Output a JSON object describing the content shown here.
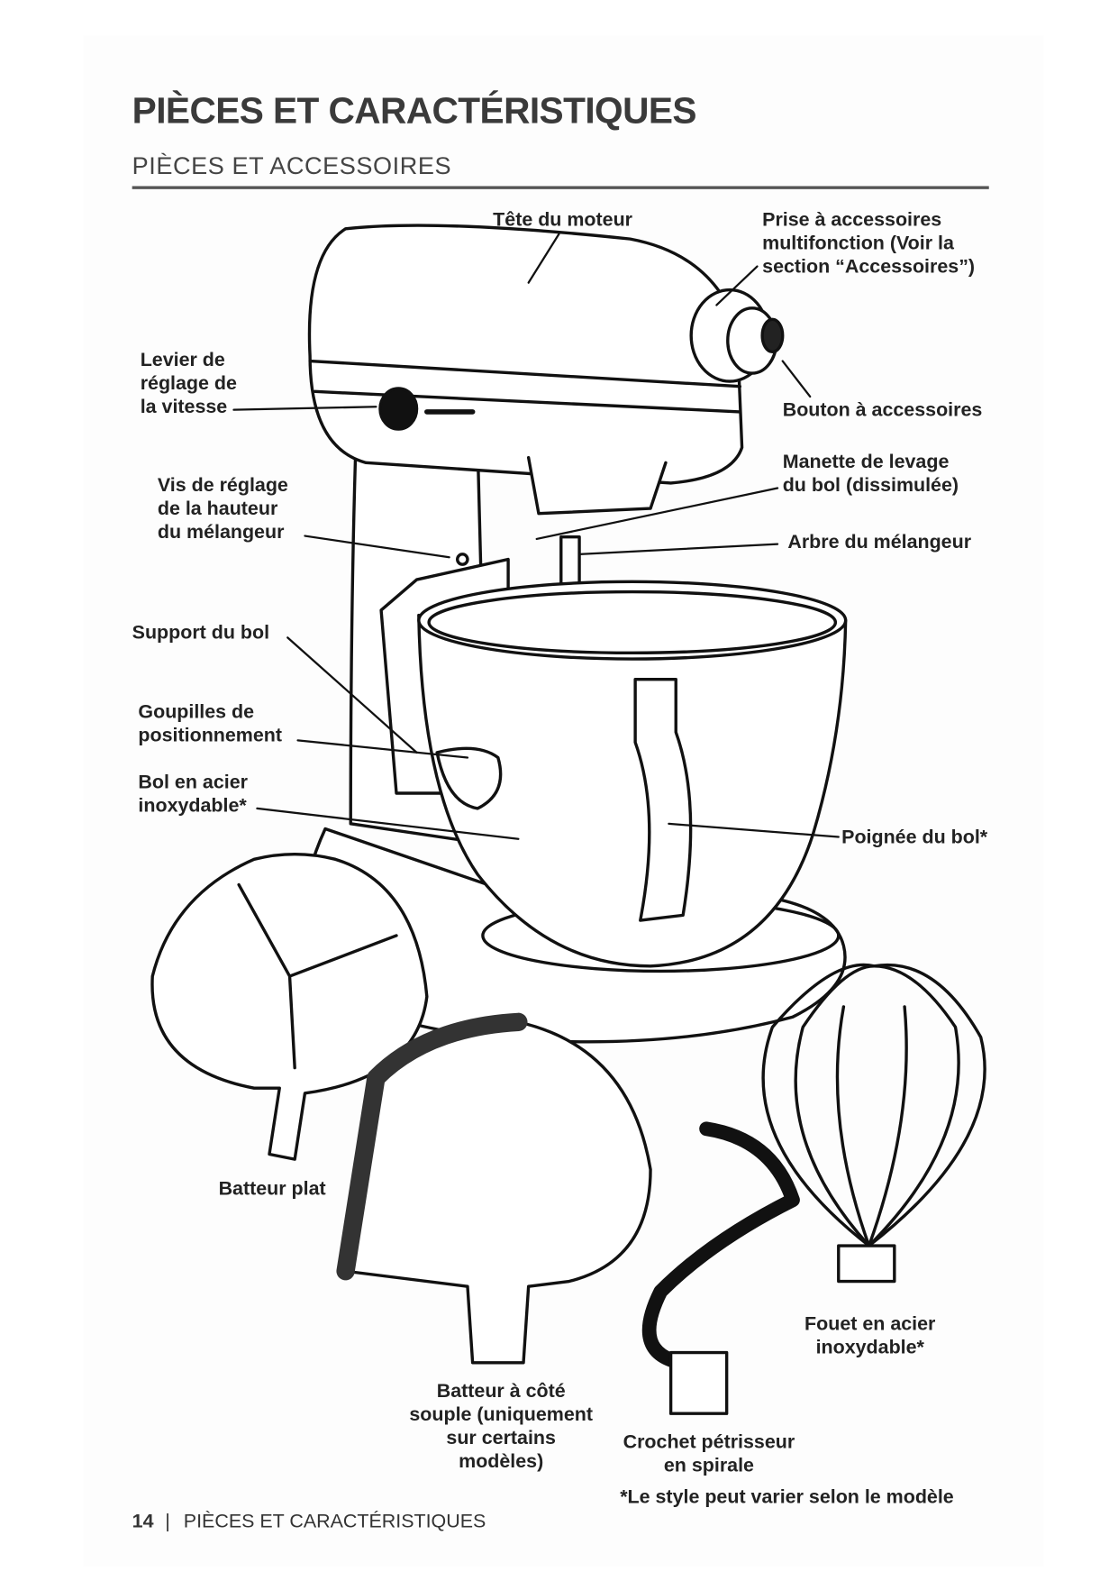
{
  "header": {
    "title": "PIÈCES ET CARACTÉRISTIQUES",
    "subtitle": "PIÈCES ET ACCESSOIRES"
  },
  "labels": {
    "motor_head": "Tête du moteur",
    "attachment_hub": "Prise à accessoires\nmultifonction (Voir la\nsection “Accessoires”)",
    "speed_lever": "Levier de\nréglage de\nla vitesse",
    "attachment_knob": "Bouton à accessoires",
    "bowl_lift": "Manette de levage\ndu bol (dissimulée)",
    "height_screw": "Vis de réglage\nde la hauteur\ndu mélangeur",
    "beater_shaft": "Arbre du mélangeur",
    "bowl_support": "Support du bol",
    "locating_pins": "Goupilles de\npositionnement",
    "steel_bowl": "Bol en acier\ninoxydable*",
    "bowl_handle": "Poignée du bol*",
    "flat_beater": "Batteur plat",
    "flex_edge": "Batteur à côté\nsouple (uniquement\nsur certains\nmodèles)",
    "dough_hook": "Crochet pétrisseur\nen spirale",
    "whip": "Fouet en acier\ninoxydable*",
    "style_note": "*Le style peut varier selon le modèle"
  },
  "footer": {
    "page_number": "14",
    "separator": "|",
    "section": "PIÈCES ET CARACTÉRISTIQUES"
  }
}
